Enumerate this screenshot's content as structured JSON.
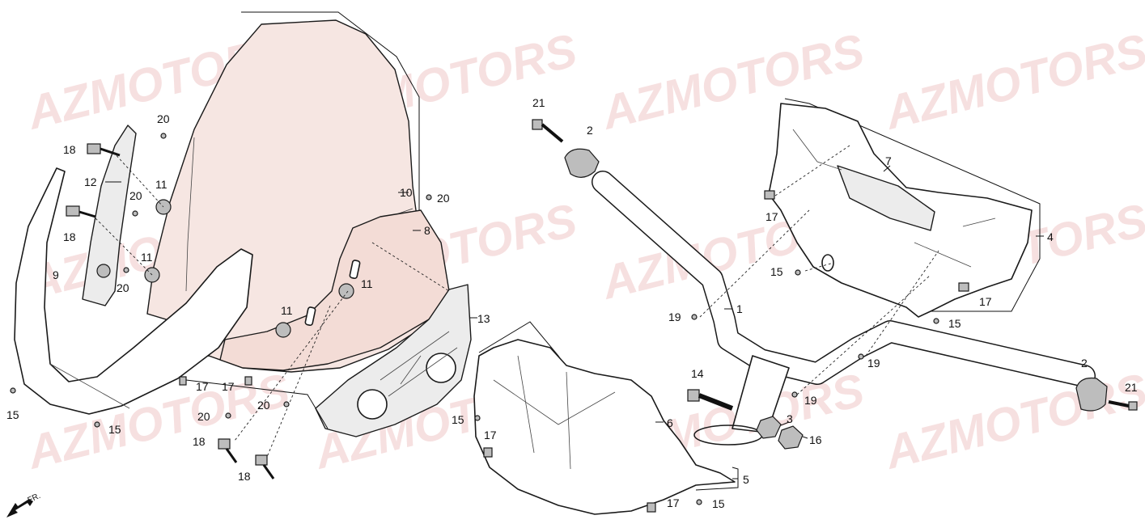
{
  "watermark": {
    "text": "AZMOTORS",
    "color": "#f0c7c7"
  },
  "direction": {
    "label": "FR.",
    "icon": "arrow-front-icon"
  },
  "callouts": [
    {
      "id": "1",
      "label": "1"
    },
    {
      "id": "2a",
      "label": "2"
    },
    {
      "id": "2b",
      "label": "2"
    },
    {
      "id": "3",
      "label": "3"
    },
    {
      "id": "4",
      "label": "4"
    },
    {
      "id": "5",
      "label": "5"
    },
    {
      "id": "6",
      "label": "6"
    },
    {
      "id": "7",
      "label": "7"
    },
    {
      "id": "8",
      "label": "8"
    },
    {
      "id": "9",
      "label": "9"
    },
    {
      "id": "10",
      "label": "10"
    },
    {
      "id": "11a",
      "label": "11"
    },
    {
      "id": "11b",
      "label": "11"
    },
    {
      "id": "11c",
      "label": "11"
    },
    {
      "id": "11d",
      "label": "11"
    },
    {
      "id": "12",
      "label": "12"
    },
    {
      "id": "13",
      "label": "13"
    },
    {
      "id": "14",
      "label": "14"
    },
    {
      "id": "15a",
      "label": "15"
    },
    {
      "id": "15b",
      "label": "15"
    },
    {
      "id": "15c",
      "label": "15"
    },
    {
      "id": "15d",
      "label": "15"
    },
    {
      "id": "15e",
      "label": "15"
    },
    {
      "id": "15f",
      "label": "15"
    },
    {
      "id": "16",
      "label": "16"
    },
    {
      "id": "17a",
      "label": "17"
    },
    {
      "id": "17b",
      "label": "17"
    },
    {
      "id": "17c",
      "label": "17"
    },
    {
      "id": "17d",
      "label": "17"
    },
    {
      "id": "17e",
      "label": "17"
    },
    {
      "id": "17f",
      "label": "17"
    },
    {
      "id": "18a",
      "label": "18"
    },
    {
      "id": "18b",
      "label": "18"
    },
    {
      "id": "18c",
      "label": "18"
    },
    {
      "id": "18d",
      "label": "18"
    },
    {
      "id": "19a",
      "label": "19"
    },
    {
      "id": "19b",
      "label": "19"
    },
    {
      "id": "19c",
      "label": "19"
    },
    {
      "id": "20a",
      "label": "20"
    },
    {
      "id": "20b",
      "label": "20"
    },
    {
      "id": "20c",
      "label": "20"
    },
    {
      "id": "20d",
      "label": "20"
    },
    {
      "id": "20e",
      "label": "20"
    },
    {
      "id": "20f",
      "label": "20"
    },
    {
      "id": "21a",
      "label": "21"
    },
    {
      "id": "21b",
      "label": "21"
    }
  ]
}
